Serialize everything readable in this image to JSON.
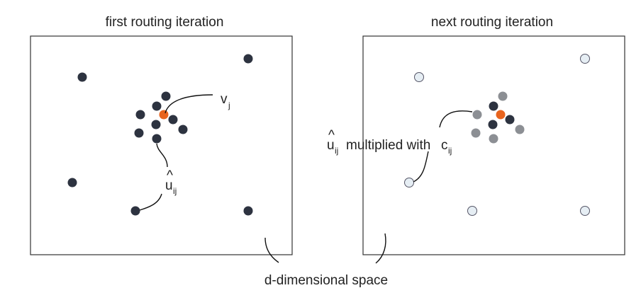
{
  "left_panel": {
    "title": "first routing iteration",
    "v_label": {
      "base": "v",
      "sub": "j"
    },
    "u_label": {
      "base": "u",
      "hat": "^",
      "sub": "ij"
    }
  },
  "right_panel": {
    "title": "next routing iteration",
    "u_label": {
      "base": "u",
      "hat": "^",
      "sub": "ij",
      "text": "multiplied with",
      "c_base": "c",
      "c_sub": "ij"
    }
  },
  "caption": "d-dimensional space",
  "colors": {
    "dark_point": "#2d3340",
    "grey_point": "#8c8f94",
    "light_point": "#e6eef4",
    "output_point": "#e8641e",
    "frame": "#333333"
  }
}
